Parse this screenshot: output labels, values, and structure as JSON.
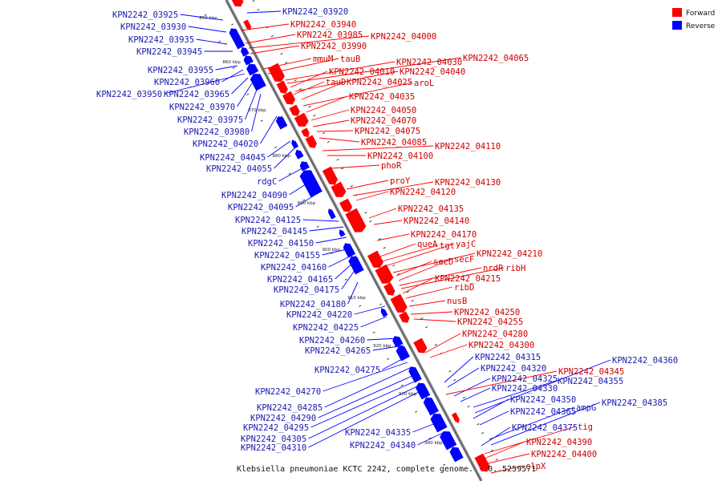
{
  "caption": "Klebsiella pneumoniae KCTC 2242, complete genome. - 0..5259571",
  "legend": [
    {
      "label": "Forward",
      "color": "#ff0000"
    },
    {
      "label": "Reverse",
      "color": "#0000ff"
    }
  ],
  "colors": {
    "forward": "#ff0000",
    "reverse": "#0000ff",
    "axis": "#9a9a9a"
  },
  "ticks": [
    "850 kbp",
    "860 kbp",
    "870 kbp",
    "880 kbp",
    "890 kbp",
    "900 kbp",
    "910 kbp",
    "920 kbp",
    "930 kbp",
    "940 kbp"
  ],
  "labels": [
    {
      "text": "KPN2242_03925",
      "strand": "reverse"
    },
    {
      "text": "KPN2242_03930",
      "strand": "reverse"
    },
    {
      "text": "KPN2242_03935",
      "strand": "reverse"
    },
    {
      "text": "KPN2242_03945",
      "strand": "reverse"
    },
    {
      "text": "KPN2242_03955",
      "strand": "reverse"
    },
    {
      "text": "KPN2242_03960",
      "strand": "reverse"
    },
    {
      "text": "KPN2242_03950",
      "strand": "reverse"
    },
    {
      "text": "KPN2242_03965",
      "strand": "reverse"
    },
    {
      "text": "KPN2242_03970",
      "strand": "reverse"
    },
    {
      "text": "KPN2242_03975",
      "strand": "reverse"
    },
    {
      "text": "KPN2242_03980",
      "strand": "reverse"
    },
    {
      "text": "KPN2242_04020",
      "strand": "reverse"
    },
    {
      "text": "KPN2242_04045",
      "strand": "reverse"
    },
    {
      "text": "KPN2242_04055",
      "strand": "reverse"
    },
    {
      "text": "rdgC",
      "strand": "reverse"
    },
    {
      "text": "KPN2242_04090",
      "strand": "reverse"
    },
    {
      "text": "KPN2242_04095",
      "strand": "reverse"
    },
    {
      "text": "KPN2242_04125",
      "strand": "reverse"
    },
    {
      "text": "KPN2242_04145",
      "strand": "reverse"
    },
    {
      "text": "KPN2242_04150",
      "strand": "reverse"
    },
    {
      "text": "KPN2242_04155",
      "strand": "reverse"
    },
    {
      "text": "KPN2242_04160",
      "strand": "reverse"
    },
    {
      "text": "KPN2242_04165",
      "strand": "reverse"
    },
    {
      "text": "KPN2242_04175",
      "strand": "reverse"
    },
    {
      "text": "KPN2242_04180",
      "strand": "reverse"
    },
    {
      "text": "KPN2242_04220",
      "strand": "reverse"
    },
    {
      "text": "KPN2242_04225",
      "strand": "reverse"
    },
    {
      "text": "KPN2242_04260",
      "strand": "reverse"
    },
    {
      "text": "KPN2242_04265",
      "strand": "reverse"
    },
    {
      "text": "KPN2242_04275",
      "strand": "reverse"
    },
    {
      "text": "KPN2242_04270",
      "strand": "reverse"
    },
    {
      "text": "KPN2242_04285",
      "strand": "reverse"
    },
    {
      "text": "KPN2242_04290",
      "strand": "reverse"
    },
    {
      "text": "KPN2242_04295",
      "strand": "reverse"
    },
    {
      "text": "KPN2242_04305",
      "strand": "reverse"
    },
    {
      "text": "KPN2242_04310",
      "strand": "reverse"
    },
    {
      "text": "KPN2242_04335",
      "strand": "reverse"
    },
    {
      "text": "KPN2242_04340",
      "strand": "reverse"
    },
    {
      "text": "KPN2242_03920",
      "strand": "reverse"
    },
    {
      "text": "KPN2242_04315",
      "strand": "reverse"
    },
    {
      "text": "KPN2242_04320",
      "strand": "reverse"
    },
    {
      "text": "KPN2242_04325",
      "strand": "reverse"
    },
    {
      "text": "KPN2242_04330",
      "strand": "reverse"
    },
    {
      "text": "KPN2242_04355",
      "strand": "reverse"
    },
    {
      "text": "KPN2242_04360",
      "strand": "reverse"
    },
    {
      "text": "KPN2242_04350",
      "strand": "reverse"
    },
    {
      "text": "KPN2242_04365",
      "strand": "reverse"
    },
    {
      "text": "ampG",
      "strand": "reverse"
    },
    {
      "text": "KPN2242_04385",
      "strand": "reverse"
    },
    {
      "text": "KPN2242_04375",
      "strand": "reverse"
    },
    {
      "text": "KPN2242_03940",
      "strand": "forward"
    },
    {
      "text": "KPN2242_03985",
      "strand": "forward"
    },
    {
      "text": "KPN2242_04000",
      "strand": "forward"
    },
    {
      "text": "KPN2242_03990",
      "strand": "forward"
    },
    {
      "text": "mmuM",
      "strand": "forward"
    },
    {
      "text": "tauB",
      "strand": "forward"
    },
    {
      "text": "KPN2242_04030",
      "strand": "forward"
    },
    {
      "text": "KPN2242_04065",
      "strand": "forward"
    },
    {
      "text": "KPN2242_04010",
      "strand": "forward"
    },
    {
      "text": "KPN2242_04040",
      "strand": "forward"
    },
    {
      "text": "tauD",
      "strand": "forward"
    },
    {
      "text": "KPN2242_04025",
      "strand": "forward"
    },
    {
      "text": "aroL",
      "strand": "forward"
    },
    {
      "text": "KPN2242_04035",
      "strand": "forward"
    },
    {
      "text": "KPN2242_04050",
      "strand": "forward"
    },
    {
      "text": "KPN2242_04070",
      "strand": "forward"
    },
    {
      "text": "KPN2242_04075",
      "strand": "forward"
    },
    {
      "text": "KPN2242_04085",
      "strand": "forward"
    },
    {
      "text": "KPN2242_04110",
      "strand": "forward"
    },
    {
      "text": "KPN2242_04100",
      "strand": "forward"
    },
    {
      "text": "phoR",
      "strand": "forward"
    },
    {
      "text": "proY",
      "strand": "forward"
    },
    {
      "text": "KPN2242_04130",
      "strand": "forward"
    },
    {
      "text": "KPN2242_04120",
      "strand": "forward"
    },
    {
      "text": "KPN2242_04135",
      "strand": "forward"
    },
    {
      "text": "KPN2242_04140",
      "strand": "forward"
    },
    {
      "text": "KPN2242_04170",
      "strand": "forward"
    },
    {
      "text": "queA",
      "strand": "forward"
    },
    {
      "text": "tgt",
      "strand": "forward"
    },
    {
      "text": "yajC",
      "strand": "forward"
    },
    {
      "text": "KPN2242_04210",
      "strand": "forward"
    },
    {
      "text": "secD",
      "strand": "forward"
    },
    {
      "text": "secF",
      "strand": "forward"
    },
    {
      "text": "nrdR",
      "strand": "forward"
    },
    {
      "text": "ribH",
      "strand": "forward"
    },
    {
      "text": "KPN2242_04215",
      "strand": "forward"
    },
    {
      "text": "ribD",
      "strand": "forward"
    },
    {
      "text": "nusB",
      "strand": "forward"
    },
    {
      "text": "KPN2242_04250",
      "strand": "forward"
    },
    {
      "text": "KPN2242_04255",
      "strand": "forward"
    },
    {
      "text": "KPN2242_04280",
      "strand": "forward"
    },
    {
      "text": "KPN2242_04300",
      "strand": "forward"
    },
    {
      "text": "KPN2242_04345",
      "strand": "forward"
    },
    {
      "text": "tig",
      "strand": "forward"
    },
    {
      "text": "KPN2242_04390",
      "strand": "forward"
    },
    {
      "text": "KPN2242_04400",
      "strand": "forward"
    },
    {
      "text": "clpX",
      "strand": "forward"
    }
  ]
}
